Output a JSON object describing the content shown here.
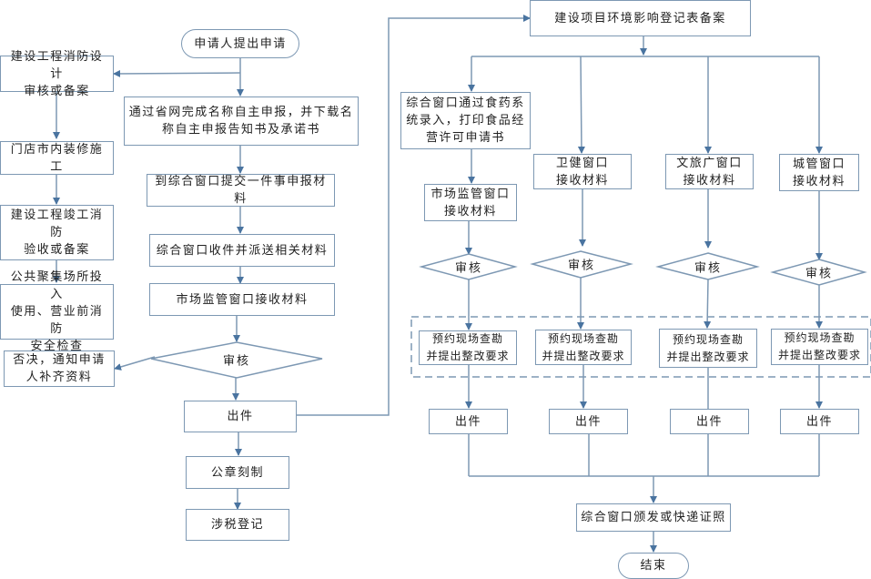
{
  "diagram": {
    "start": "申请人提出申请",
    "left_branch": {
      "fire_design": "建设工程消防设计\n审核或备案",
      "renovation": "门店市内装修施工",
      "fire_acceptance": "建设工程竣工消防\n验收或备案",
      "safety_check": "公共聚集场所投入\n使用、营业前消防\n安全检查",
      "rejection": "否决，通知申请\n人补齐资料"
    },
    "main_flow": {
      "name_declaration": "通过省网完成名称自主申报，并下载名\n称自主申报告知书及承诺书",
      "submit_materials": "到综合窗口提交一件事申报材料",
      "receive_dispatch": "综合窗口收件并派送相关材料",
      "market_receive": "市场监管窗口接收材料",
      "review": "审核",
      "issue": "出件",
      "seal": "公章刻制",
      "tax": "涉税登记"
    },
    "right_flow": {
      "env_record": "建设项目环境影响登记表备案",
      "food_entry": "综合窗口通过食药系\n统录入，打印食品经\n营许可申请书",
      "departments": [
        {
          "receive": "市场监管窗口\n接收材料",
          "review": "审核",
          "inspect": "预约现场查勘\n并提出整改要求",
          "issue": "出件"
        },
        {
          "receive": "卫健窗口\n接收材料",
          "review": "审核",
          "inspect": "预约现场查勘\n并提出整改要求",
          "issue": "出件"
        },
        {
          "receive": "文旅广窗口\n接收材料",
          "review": "审核",
          "inspect": "预约现场查勘\n并提出整改要求",
          "issue": "出件"
        },
        {
          "receive": "城管窗口\n接收材料",
          "review": "审核",
          "inspect": "预约现场查勘\n并提出整改要求",
          "issue": "出件"
        }
      ],
      "deliver": "综合窗口颁发或快递证照",
      "end": "结束"
    },
    "colors": {
      "line": "#7d98b3",
      "arrow": "#4a74a0",
      "border": "#7d98b3",
      "text": "#222222"
    }
  }
}
